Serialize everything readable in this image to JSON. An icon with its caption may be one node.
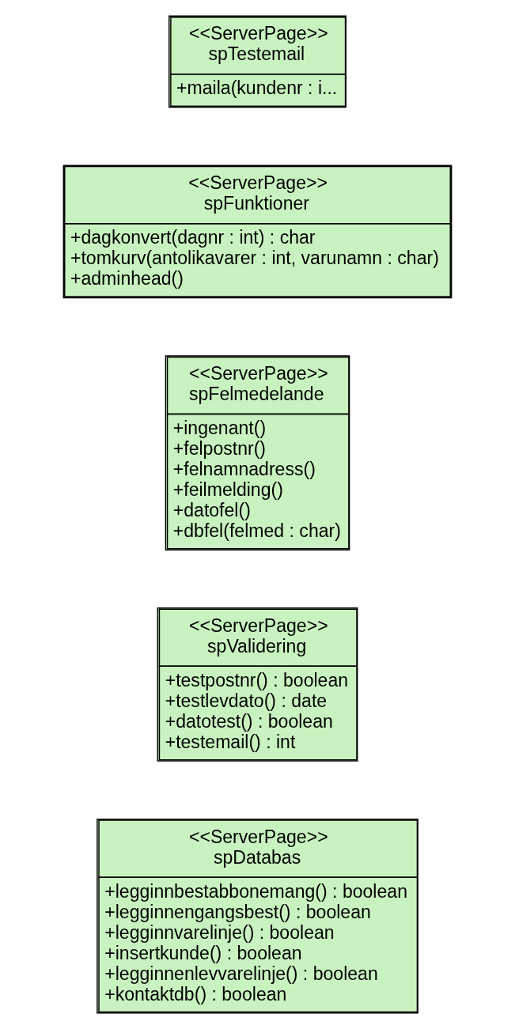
{
  "diagram": {
    "nodes": [
      {
        "text": [
          "<<ServerPage>>",
          "spDatabas",
          "+legginnbestabbonemang() : boolean",
          "+legginnengangsbest() : boolean",
          "+legginnvarelinje() : boolean",
          "+insertkunde() : boolean",
          "+legginnenlevvarelinje() : boolean",
          "+kontaktdb() : boolean"
        ]
      },
      {
        "text": [
          "<<ServerPage>>",
          "spValidering",
          "+testpostnr() : boolean",
          "+testlevdato() : date",
          "+datotest() : boolean",
          "+testemail() : int"
        ]
      },
      {
        "text": [
          "<<ServerPage>>",
          "spFelmedelande",
          "+ingenant()",
          "+felpostnr()",
          "+felnamnadress()",
          "+feilmelding()",
          "+datofel()",
          "+dbfel(felmed : char)"
        ]
      },
      {
        "text": [
          "<<ServerPage>>",
          "spFunktioner",
          "+dagkonvert(dagnr : int) : char",
          "+tomkurv(antolikavarer : int, varunamn : char)",
          "+adminhead()"
        ]
      },
      {
        "text": [
          "<<ServerPage>>",
          "spTestemail",
          "+maila(kundenr : i..."
        ]
      }
    ],
    "edges": []
  }
}
